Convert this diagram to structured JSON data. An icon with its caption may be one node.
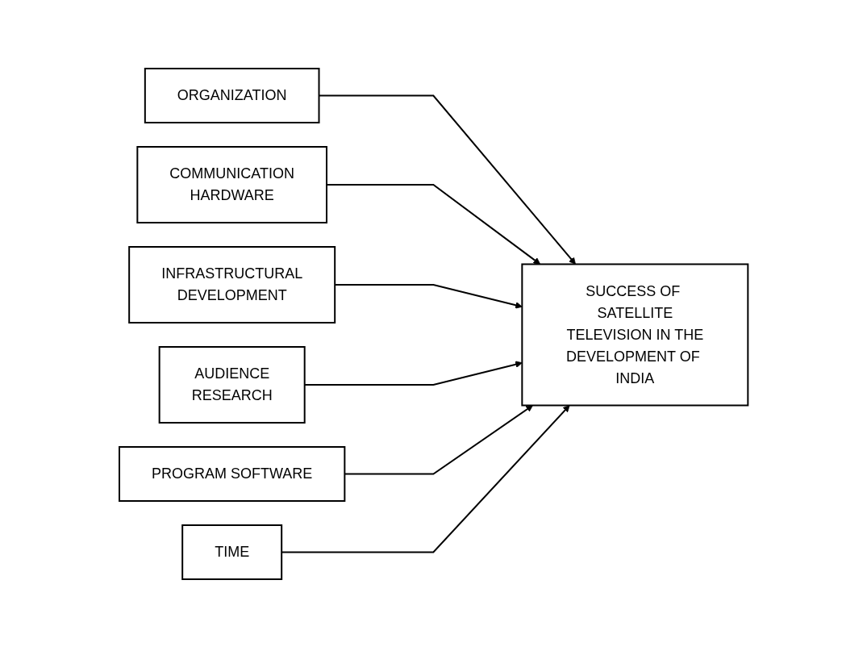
{
  "diagram": {
    "nodes": [
      {
        "text": [
          "ORGANIZATION"
        ]
      },
      {
        "text": [
          "COMMUNICATION HARDWARE"
        ]
      },
      {
        "text": [
          "INFRASTRUCTURAL DEVELOPMENT"
        ]
      },
      {
        "text": [
          "AUDIENCE RESEARCH"
        ]
      },
      {
        "text": [
          "PROGRAM SOFTWARE"
        ]
      },
      {
        "text": [
          "TIME"
        ]
      },
      {
        "text": [
          "SUCCESS OF SATELLITE TELEVISION IN THE DEVELOPMENT OF INDIA"
        ]
      }
    ],
    "edges": [
      {
        "from": 0,
        "to": 6,
        "arrow": "to"
      },
      {
        "from": 1,
        "to": 6,
        "arrow": "to"
      },
      {
        "from": 2,
        "to": 6,
        "arrow": "to"
      },
      {
        "from": 3,
        "to": 6,
        "arrow": "to"
      },
      {
        "from": 4,
        "to": 6,
        "arrow": "to"
      },
      {
        "from": 5,
        "to": 6,
        "arrow": "to"
      }
    ]
  }
}
